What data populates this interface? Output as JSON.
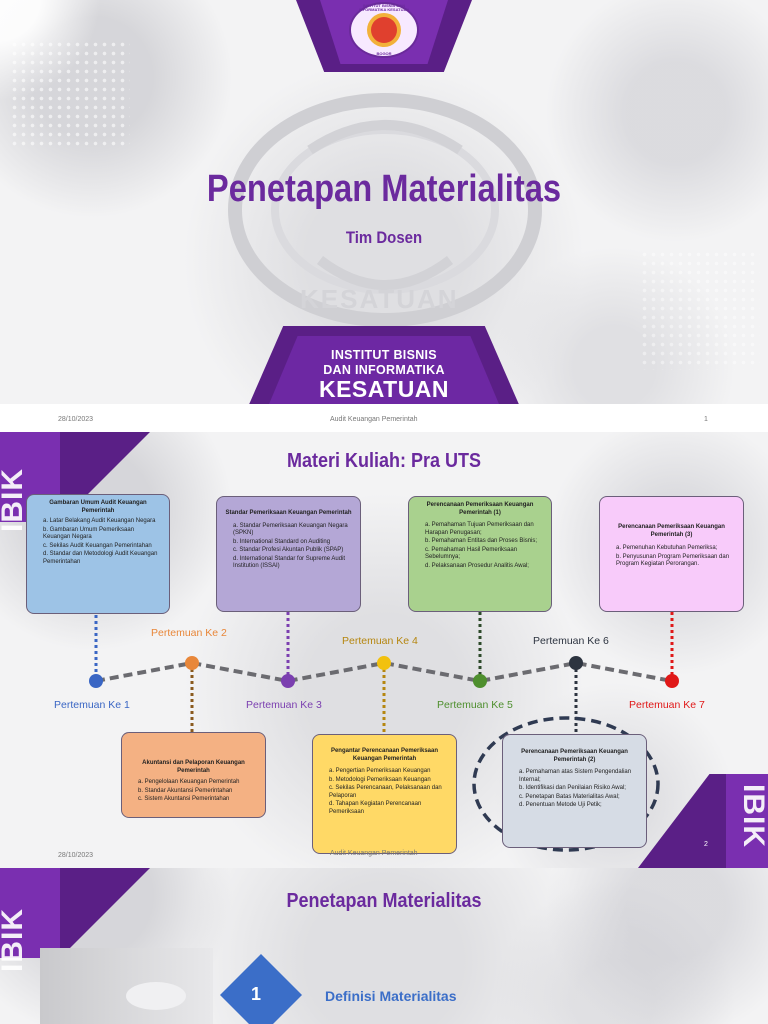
{
  "slide1": {
    "title": "Penetapan Materialitas",
    "subtitle": "Tim Dosen",
    "watermark": "KESATUAN",
    "logo_text_top": "INSTITUT BISNIS DAN INFORMATIKA KESATUAN",
    "logo_text_bottom": "BOGOR",
    "institution_line1": "INSTITUT BISNIS",
    "institution_line2": "DAN INFORMATIKA",
    "institution_line3": "KESATUAN",
    "footer_date": "28/10/2023",
    "footer_center": "Audit Keuangan Pemerintah",
    "footer_page": "1"
  },
  "slide2": {
    "ibik": "IBIK",
    "title": "Materi Kuliah: Pra UTS",
    "footer_date": "28/10/2023",
    "footer_center": "Audit Keuangan Pemerintah",
    "footer_page": "2",
    "pertemuan": [
      {
        "label": "Pertemuan Ke 1",
        "color": "#3a66c4"
      },
      {
        "label": "Pertemuan Ke 2",
        "color": "#e8873a"
      },
      {
        "label": "Pertemuan Ke 3",
        "color": "#7b3fb0"
      },
      {
        "label": "Pertemuan Ke 4",
        "color": "#b5860f"
      },
      {
        "label": "Pertemuan Ke 5",
        "color": "#4e8f2e"
      },
      {
        "label": "Pertemuan Ke 6",
        "color": "#2d3440"
      },
      {
        "label": "Pertemuan Ke 7",
        "color": "#e01818"
      }
    ],
    "boxes": [
      {
        "title": "Gambaran Umum Audit Keuangan Pemerintah",
        "items": [
          "a.  Latar Belakang Audit Keuangan Negara",
          "b.  Gambaran Umum Pemeriksaan Keuangan Negara",
          "c.  Sekilas Audit Keuangan Pemerintahan",
          "d.  Standar dan Metodologi Audit Keuangan Pemerintahan"
        ],
        "bg": "#9dc3e6"
      },
      {
        "title": "Akuntansi dan Pelaporan Keuangan Pemerintah",
        "items": [
          "a.  Pengelolaan Keuangan Pemerintah",
          "b.  Standar Akuntansi Pemerintahan",
          "c.  Sistem Akuntansi Pemerintahan"
        ],
        "bg": "#f4b183"
      },
      {
        "title": "Standar Pemeriksaan Keuangan Pemerintah",
        "items": [
          "a.  Standar Pemeriksaan Keuangan Negara (SPKN)",
          "b.  International Standard on Auditing",
          "c.  Standar Profesi Akuntan Publik (SPAP)",
          "d.  International Standar for Supreme Audit Institution (ISSAI)"
        ],
        "bg": "#b4a7d6"
      },
      {
        "title": "Pengantar Perencanaan Pemeriksaan Keuangan Pemerintah",
        "items": [
          "a.  Pengertian Pemeriksaan Keuangan",
          "b.  Metodologi Pemeriksaan Keuangan",
          "c.  Sekilas Perencanaan, Pelaksanaan dan Pelaporan",
          "d.  Tahapan Kegiatan Perencanaan Pemeriksaan"
        ],
        "bg": "#ffd966"
      },
      {
        "title": "Perencanaan Pemeriksaan Keuangan Pemerintah (1)",
        "items": [
          "a.  Pemahaman Tujuan Pemeriksaan dan Harapan Penugasan;",
          "b.  Pemahaman Entitas dan Proses Bisnis;",
          "c.  Pemahaman Hasil Pemeriksaan Sebelumnya;",
          "d.  Pelaksanaan Prosedur Analitis Awal;"
        ],
        "bg": "#a9d18e"
      },
      {
        "title": "Perencanaan Pemeriksaan Keuangan Pemerintah (2)",
        "items": [
          "a.  Pemahaman atas Sistem Pengendalian Internal;",
          "b.  Identifikasi dan Penilaian Risiko Awal;",
          "c.  Penetapan Batas Materialitas Awal;",
          "d.  Penentuan Metode Uji Petik;"
        ],
        "bg": "#d6dce5"
      },
      {
        "title": "Perencanaan Pemeriksaan Keuangan Pemerintah (3)",
        "items": [
          "a.  Pemenuhan Kebutuhan Pemeriksa;",
          "b.  Penyusunan   Program Pemeriksaan  dan Program Kegiatan Perorangan."
        ],
        "bg": "#f8cbfa"
      }
    ]
  },
  "slide3": {
    "ibik": "IBIK",
    "title": "Penetapan Materialitas",
    "item_number": "1",
    "item_label": "Definisi Materialitas"
  }
}
